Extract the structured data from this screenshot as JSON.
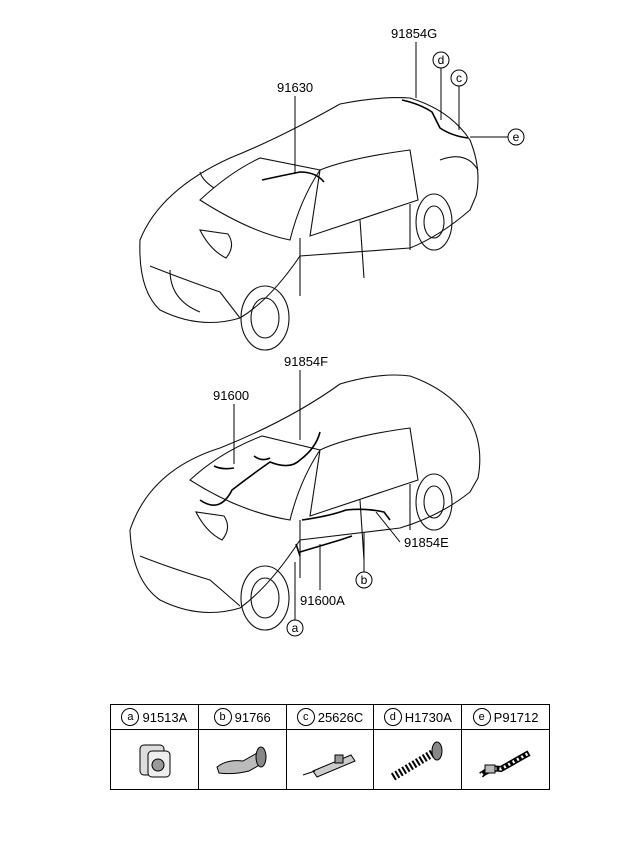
{
  "labels": {
    "top_roof": "91854G",
    "top_front": "91630",
    "bot_roof": "91854F",
    "bot_front": "91600",
    "bot_door": "91854E",
    "bot_floor": "91600A"
  },
  "callouts": [
    "a",
    "b",
    "c",
    "d",
    "e"
  ],
  "parts": [
    {
      "letter": "a",
      "code": "91513A",
      "icon": "grommet-icon"
    },
    {
      "letter": "b",
      "code": "91766",
      "icon": "boot-grommet-icon"
    },
    {
      "letter": "c",
      "code": "25626C",
      "icon": "clip-tube-icon"
    },
    {
      "letter": "d",
      "code": "H1730A",
      "icon": "corrugated-tube-icon"
    },
    {
      "letter": "e",
      "code": "P91712",
      "icon": "wire-protector-icon"
    }
  ]
}
